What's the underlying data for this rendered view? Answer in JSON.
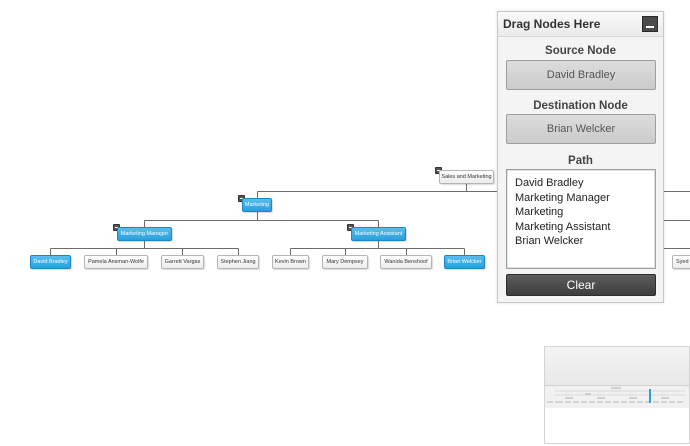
{
  "chart": {
    "root": {
      "label": "Sales and Marketing"
    },
    "level1": {
      "label": "Marketing"
    },
    "managers": [
      {
        "label": "Marketing Manager"
      },
      {
        "label": "Marketing Assistant"
      }
    ],
    "leaves": [
      {
        "label": "David Bradley"
      },
      {
        "label": "Pamela Ansman-Wolfe"
      },
      {
        "label": "Garrett Vargas"
      },
      {
        "label": "Stephen Jiang"
      },
      {
        "label": "Kevin Brown"
      },
      {
        "label": "Mary Dempsey"
      },
      {
        "label": "Wanida Benshoof"
      },
      {
        "label": "Brian Welcker"
      },
      {
        "label": "Syed"
      }
    ]
  },
  "panel": {
    "title": "Drag Nodes Here",
    "source_label": "Source Node",
    "source_value": "David Bradley",
    "destination_label": "Destination Node",
    "destination_value": "Brian Welcker",
    "path_label": "Path",
    "path": [
      "David Bradley",
      "Marketing Manager",
      "Marketing",
      "Marketing Assistant",
      "Brian Welcker"
    ],
    "clear_label": "Clear"
  },
  "colors": {
    "selected_node": "#2a9fdc",
    "connector": "#6b6b6b",
    "panel_bg": "#f4f4f4",
    "button_dark": "#4a4a4a"
  }
}
